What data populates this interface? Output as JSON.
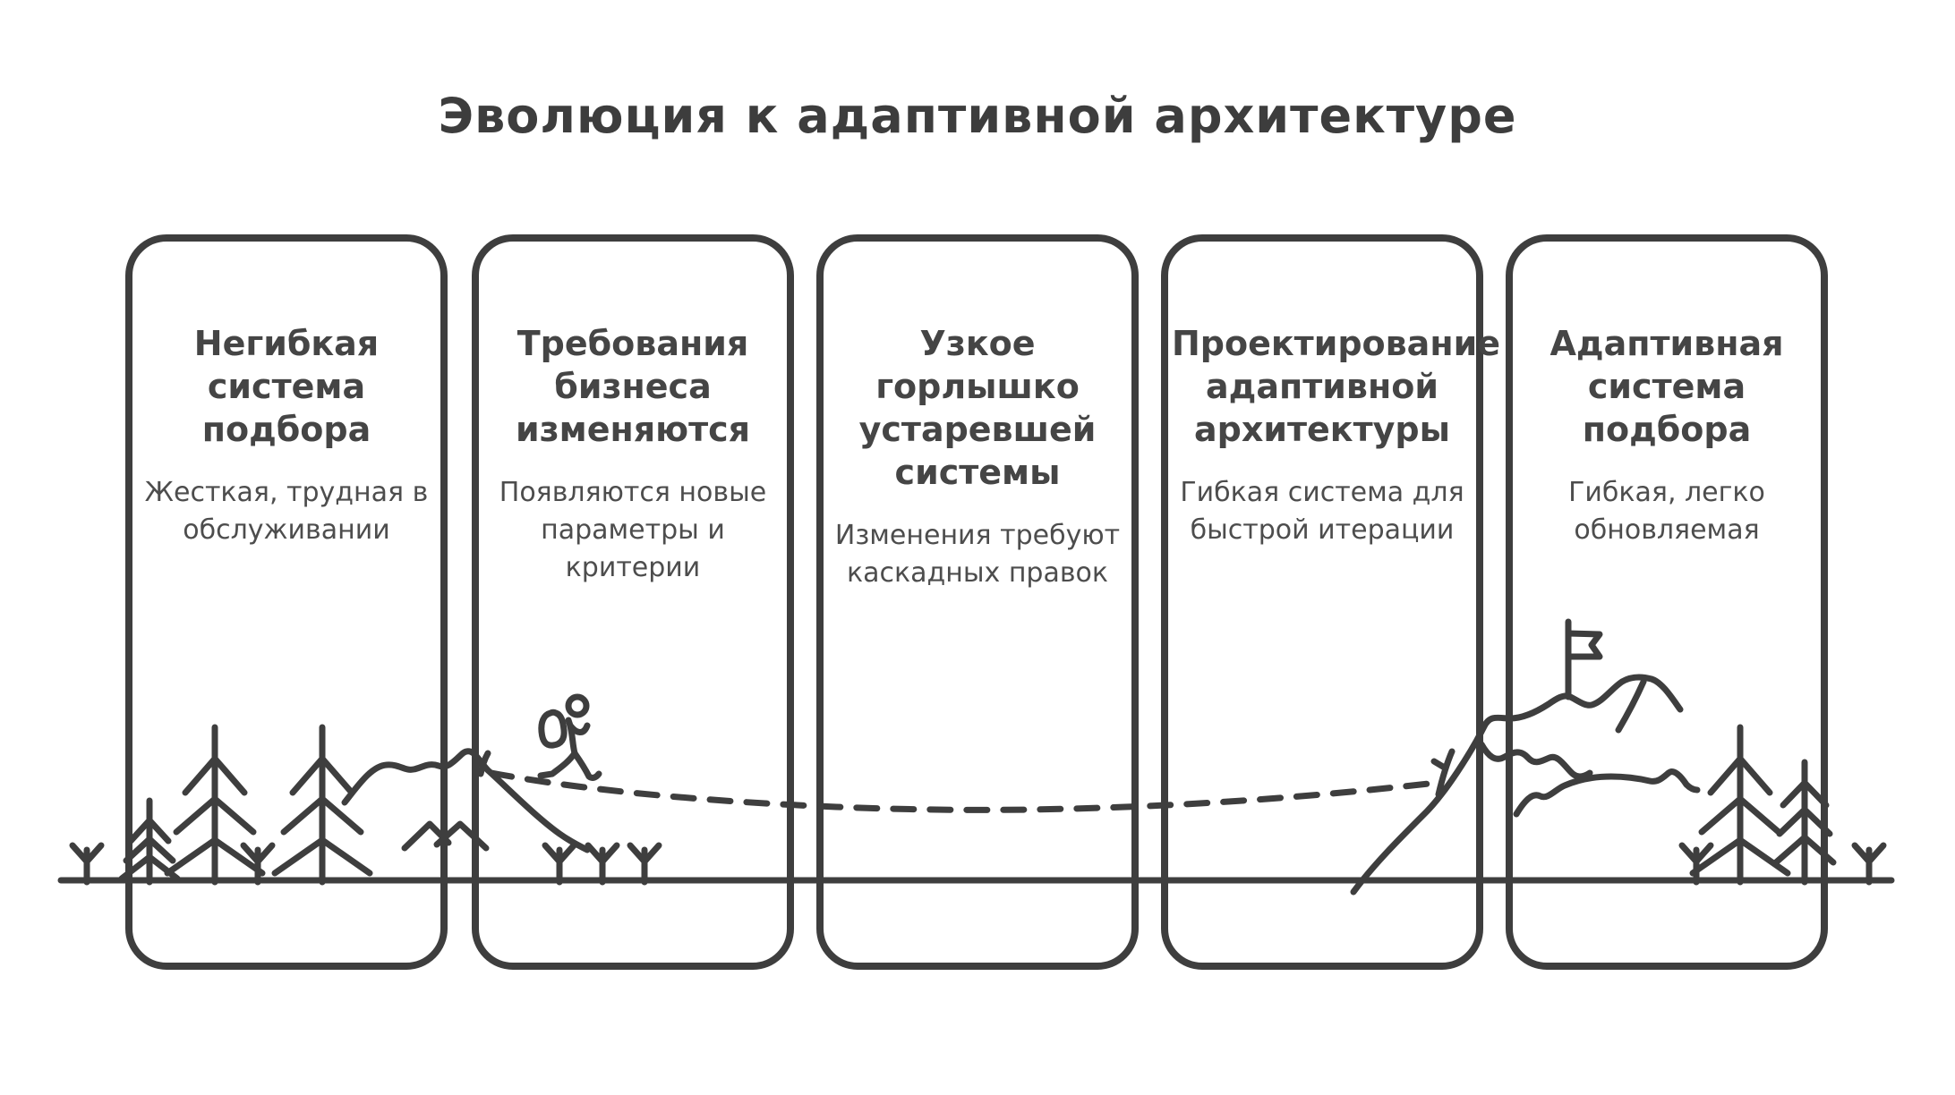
{
  "page": {
    "title": "Эволюция к адаптивной архитектуре",
    "background_color": "#ffffff",
    "stroke_color": "#3e3e3e",
    "text_color": "#4d4d4d"
  },
  "cards": [
    {
      "title": "Негибкая\nсистема\nподбора",
      "description": "Жесткая, трудная в\nобслуживании"
    },
    {
      "title": "Требования\nбизнеса\nизменяются",
      "description": "Появляются новые\nпараметры и\nкритерии"
    },
    {
      "title": "Узкое\nгорлышко\nустаревшей\nсистемы",
      "description": "Изменения требуют\nкаскадных правок"
    },
    {
      "title": "Проектирование\nадаптивной\nархитектуры",
      "description": "Гибкая система для\nбыстрой итерации"
    },
    {
      "title": "Адаптивная\nсистема\nподбора",
      "description": "Гибкая, легко\nобновляемая"
    }
  ],
  "scene": {
    "icons": [
      "ground-line",
      "sapling",
      "pine-tree",
      "mountain",
      "foothill",
      "hiker",
      "dashed-path",
      "summit-marker",
      "flag"
    ]
  }
}
